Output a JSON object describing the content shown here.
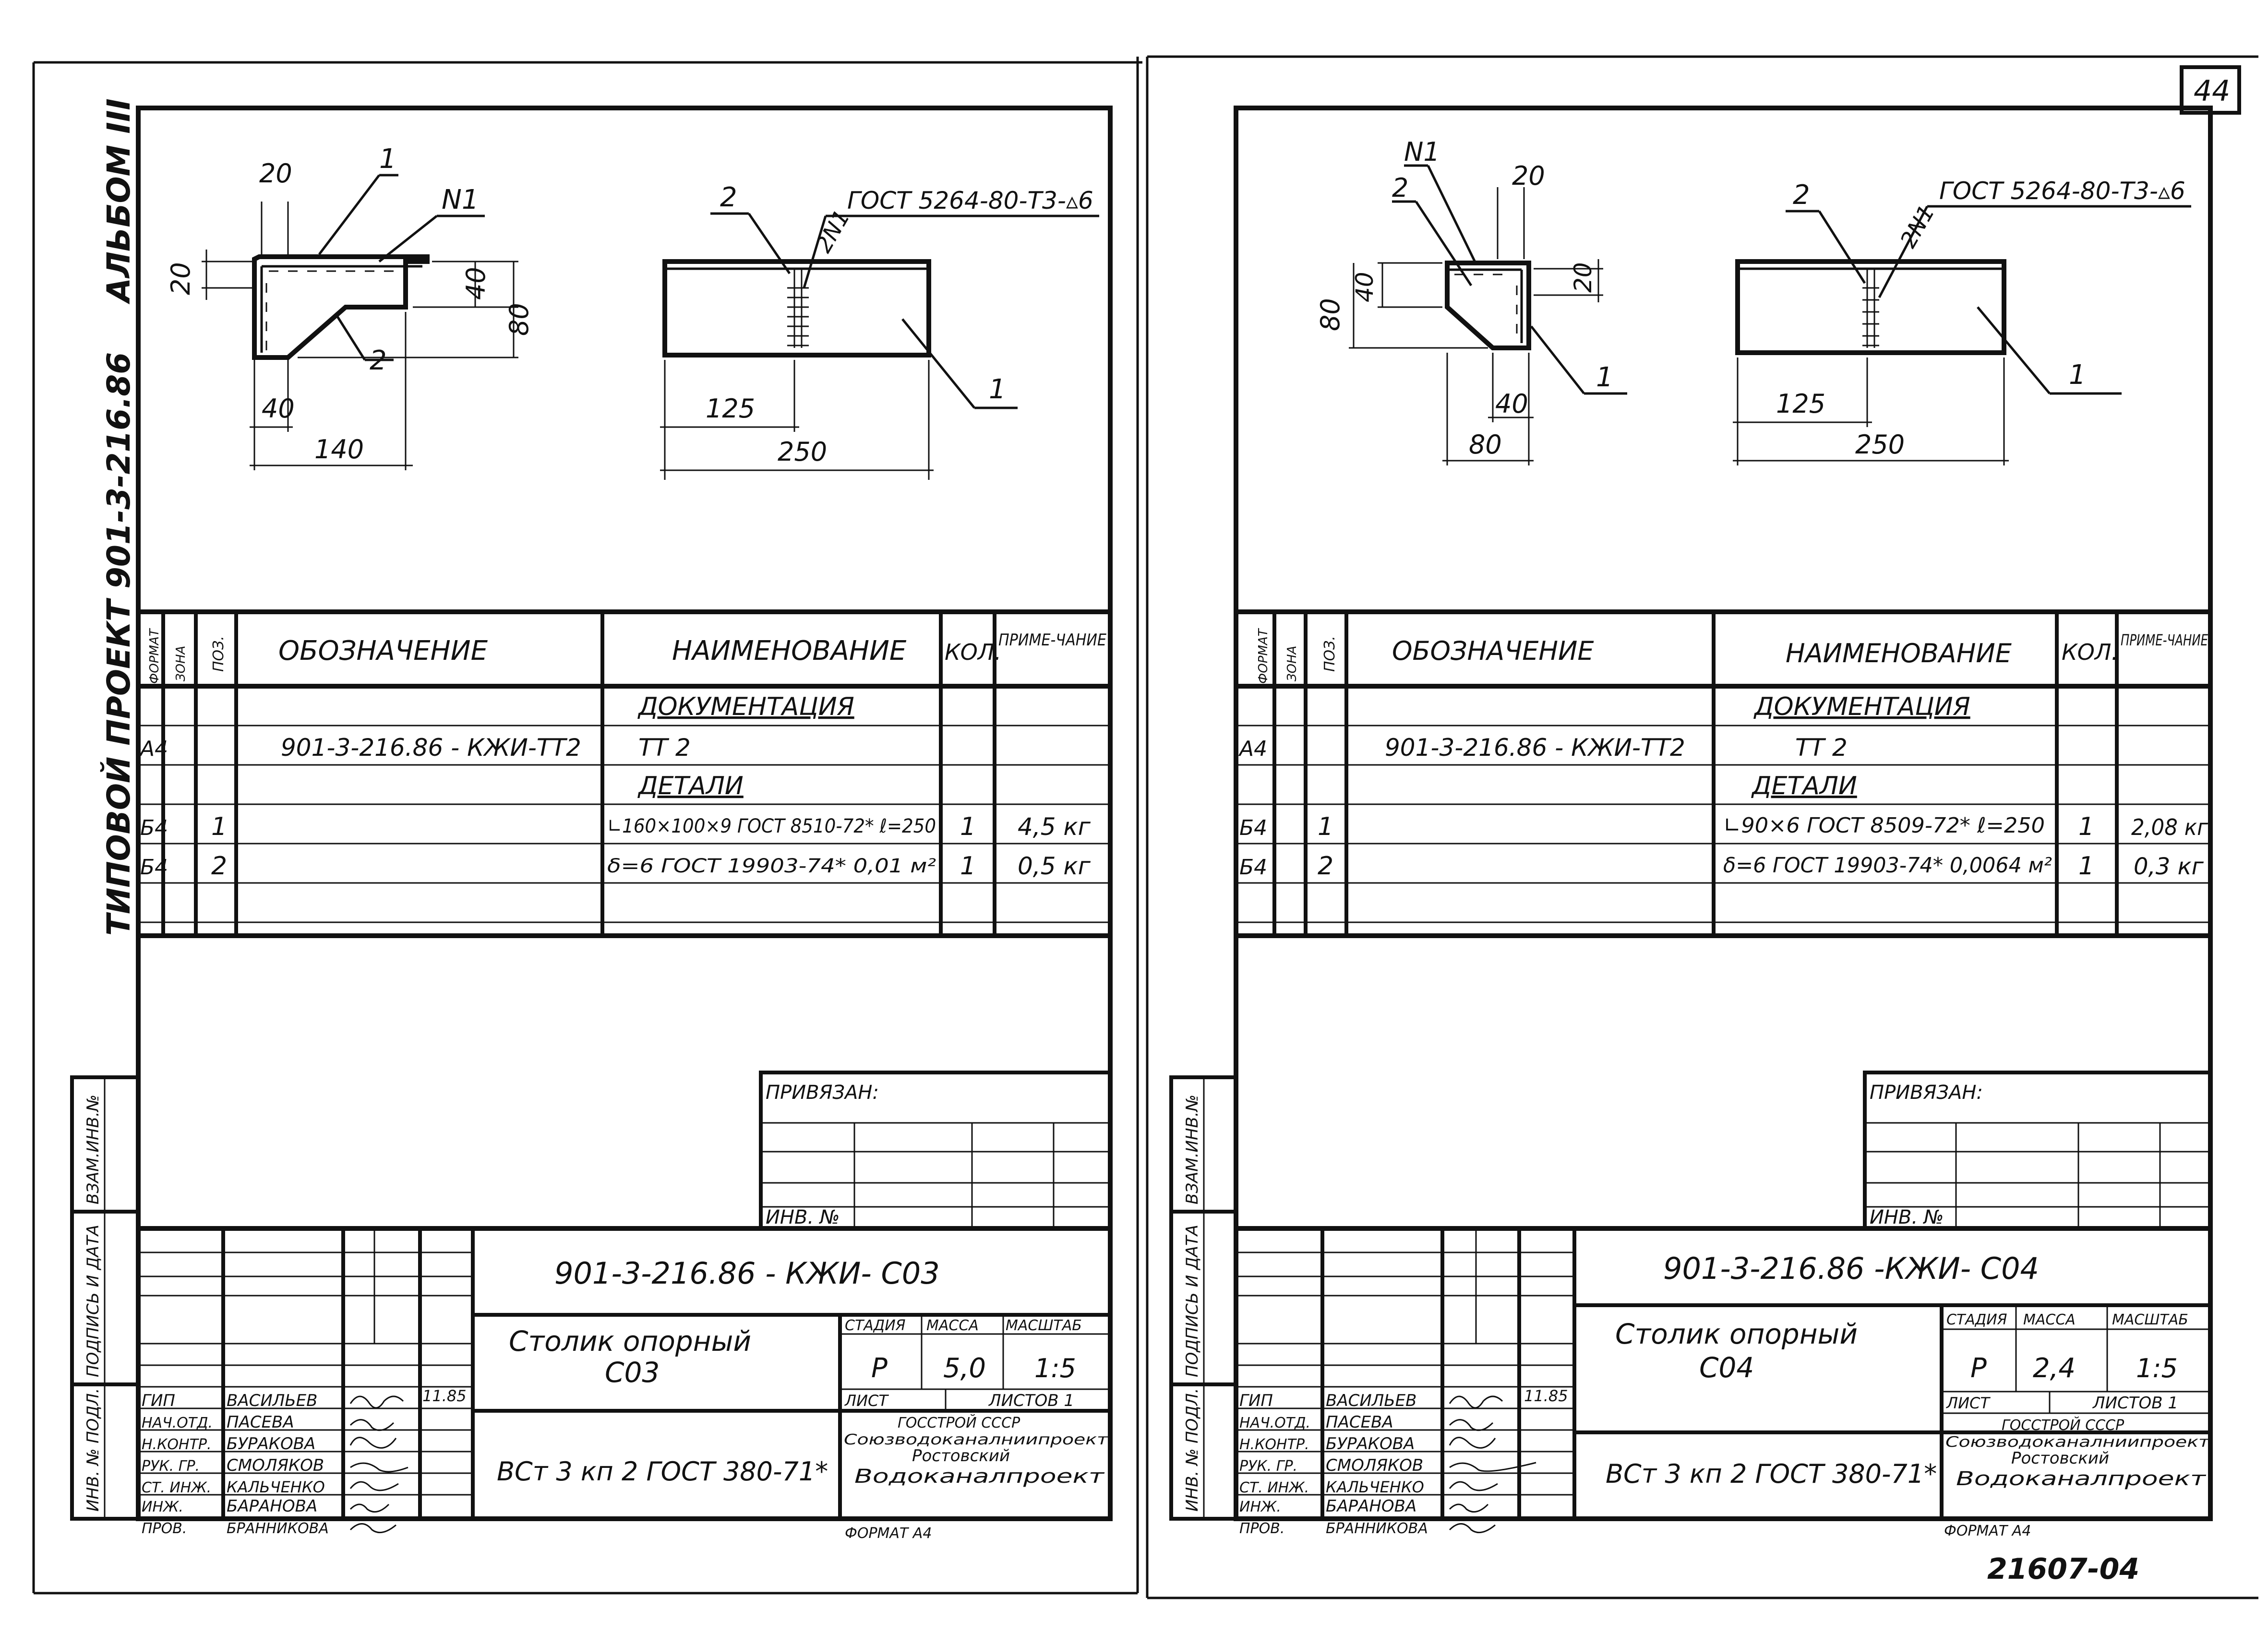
{
  "page_number": "44",
  "footer_code": "21607-04",
  "format_label": "ФОРМАТ А4",
  "sheets": [
    {
      "side_title": "ТИПОВОЙ ПРОЕКТ 901-3-216.86",
      "album": "АЛЬБОМ III",
      "side_labels": [
        "ВЗАМ.ИНВ.№",
        "ПОДПИСЬ И ДАТА",
        "ИНВ. № ПОДЛ."
      ],
      "drawing": {
        "left_dims": [
          "20",
          "20",
          "40",
          "80",
          "40",
          "140"
        ],
        "left_marks": [
          "1",
          "N1",
          "2"
        ],
        "right_dims": [
          "125",
          "250"
        ],
        "right_marks": [
          "2",
          "2N1",
          "1"
        ],
        "weld_note": "ГОСТ 5264-80-Т3-▵6"
      },
      "spec": {
        "headers": [
          "ФОРМАТ",
          "ЗОНА",
          "ПОЗ.",
          "ОБОЗНАЧЕНИЕ",
          "НАИМЕНОВАНИЕ",
          "КОЛ.",
          "ПРИМЕ-ЧАНИЕ"
        ],
        "rows": [
          [
            "",
            "",
            "",
            "",
            "ДОКУМЕНТАЦИЯ",
            "",
            ""
          ],
          [
            "А4",
            "",
            "",
            "901-3-216.86 - КЖИ-ТТ2",
            "ТТ 2",
            "",
            ""
          ],
          [
            "",
            "",
            "",
            "",
            "ДЕТАЛИ",
            "",
            ""
          ],
          [
            "Б4",
            "",
            "1",
            "",
            "∟160×100×9 ГОСТ 8510-72* ℓ=250",
            "1",
            "4,5 кг"
          ],
          [
            "Б4",
            "",
            "2",
            "",
            "δ=6 ГОСТ 19903-74* 0,01 м²",
            "1",
            "0,5 кг"
          ],
          [
            "",
            "",
            "",
            "",
            "",
            "",
            ""
          ]
        ]
      },
      "binding_label": "ПРИВЯЗАН:",
      "inv_label": "ИНВ. №",
      "title_block": {
        "code": "901-3-216.86 -   КЖИ- С03",
        "name_line1": "Столик опорный",
        "name_line2": "С03",
        "material": "ВСт 3 кп 2 ГОСТ 380-71*",
        "stage_label": "СТАДИЯ",
        "mass_label": "МАССА",
        "scale_label": "МАСШТАБ",
        "stage": "Р",
        "mass": "5,0",
        "scale": "1:5",
        "sheet_label": "ЛИСТ",
        "sheets_label": "ЛИСТОВ 1",
        "org1": "ГОССТРОЙ СССР",
        "org2": "Союзводоканалниипроект",
        "org3": "Ростовский",
        "org4": "Водоканалпроект",
        "date": "11.85",
        "staff": [
          [
            "ГИП",
            "ВАСИЛЬЕВ"
          ],
          [
            "НАЧ.ОТД.",
            "ПАСЕВА"
          ],
          [
            "Н.КОНТР.",
            "БУРАКОВА"
          ],
          [
            "РУК. ГР.",
            "СМОЛЯКОВ"
          ],
          [
            "СТ. ИНЖ.",
            "КАЛЬЧЕНКО"
          ],
          [
            "ИНЖ.",
            "БАРАНОВА"
          ],
          [
            "ПРОВ.",
            "БРАННИКОВА"
          ]
        ]
      }
    },
    {
      "side_labels": [
        "ВЗАМ.ИНВ.№",
        "ПОДПИСЬ И ДАТА",
        "ИНВ. № ПОДЛ."
      ],
      "drawing": {
        "left_dims": [
          "20",
          "20",
          "40",
          "80",
          "40",
          "80"
        ],
        "left_marks": [
          "N1",
          "2",
          "1"
        ],
        "right_dims": [
          "125",
          "250"
        ],
        "right_marks": [
          "2",
          "2N1",
          "1"
        ],
        "weld_note": "ГОСТ 5264-80-Т3-▵6"
      },
      "spec": {
        "headers": [
          "ФОРМАТ",
          "ЗОНА",
          "ПОЗ.",
          "ОБОЗНАЧЕНИЕ",
          "НАИМЕНОВАНИЕ",
          "КОЛ.",
          "ПРИМЕ-ЧАНИЕ"
        ],
        "rows": [
          [
            "",
            "",
            "",
            "",
            "ДОКУМЕНТАЦИЯ",
            "",
            ""
          ],
          [
            "А4",
            "",
            "",
            "901-3-216.86 - КЖИ-ТТ2",
            "ТТ 2",
            "",
            ""
          ],
          [
            "",
            "",
            "",
            "",
            "ДЕТАЛИ",
            "",
            ""
          ],
          [
            "Б4",
            "",
            "1",
            "",
            "∟90×6 ГОСТ 8509-72* ℓ=250",
            "1",
            "2,08 кг"
          ],
          [
            "Б4",
            "",
            "2",
            "",
            "δ=6 ГОСТ 19903-74* 0,0064 м²",
            "1",
            "0,3 кг"
          ],
          [
            "",
            "",
            "",
            "",
            "",
            "",
            ""
          ]
        ]
      },
      "binding_label": "ПРИВЯЗАН:",
      "inv_label": "ИНВ. №",
      "title_block": {
        "code": "901-3-216.86   -КЖИ- С04",
        "name_line1": "Столик опорный",
        "name_line2": "С04",
        "material": "ВСт 3 кп 2 ГОСТ 380-71*",
        "stage_label": "СТАДИЯ",
        "mass_label": "МАССА",
        "scale_label": "МАСШТАБ",
        "stage": "Р",
        "mass": "2,4",
        "scale": "1:5",
        "sheet_label": "ЛИСТ",
        "sheets_label": "ЛИСТОВ 1",
        "org1": "ГОССТРОЙ СССР",
        "org2": "Союзводоканалниипроект",
        "org3": "Ростовский",
        "org4": "Водоканалпроект",
        "date": "11.85",
        "staff": [
          [
            "ГИП",
            "ВАСИЛЬЕВ"
          ],
          [
            "НАЧ.ОТД.",
            "ПАСЕВА"
          ],
          [
            "Н.КОНТР.",
            "БУРАКОВА"
          ],
          [
            "РУК. ГР.",
            "СМОЛЯКОВ"
          ],
          [
            "СТ. ИНЖ.",
            "КАЛЬЧЕНКО"
          ],
          [
            "ИНЖ.",
            "БАРАНОВА"
          ],
          [
            "ПРОВ.",
            "БРАННИКОВА"
          ]
        ]
      }
    }
  ]
}
